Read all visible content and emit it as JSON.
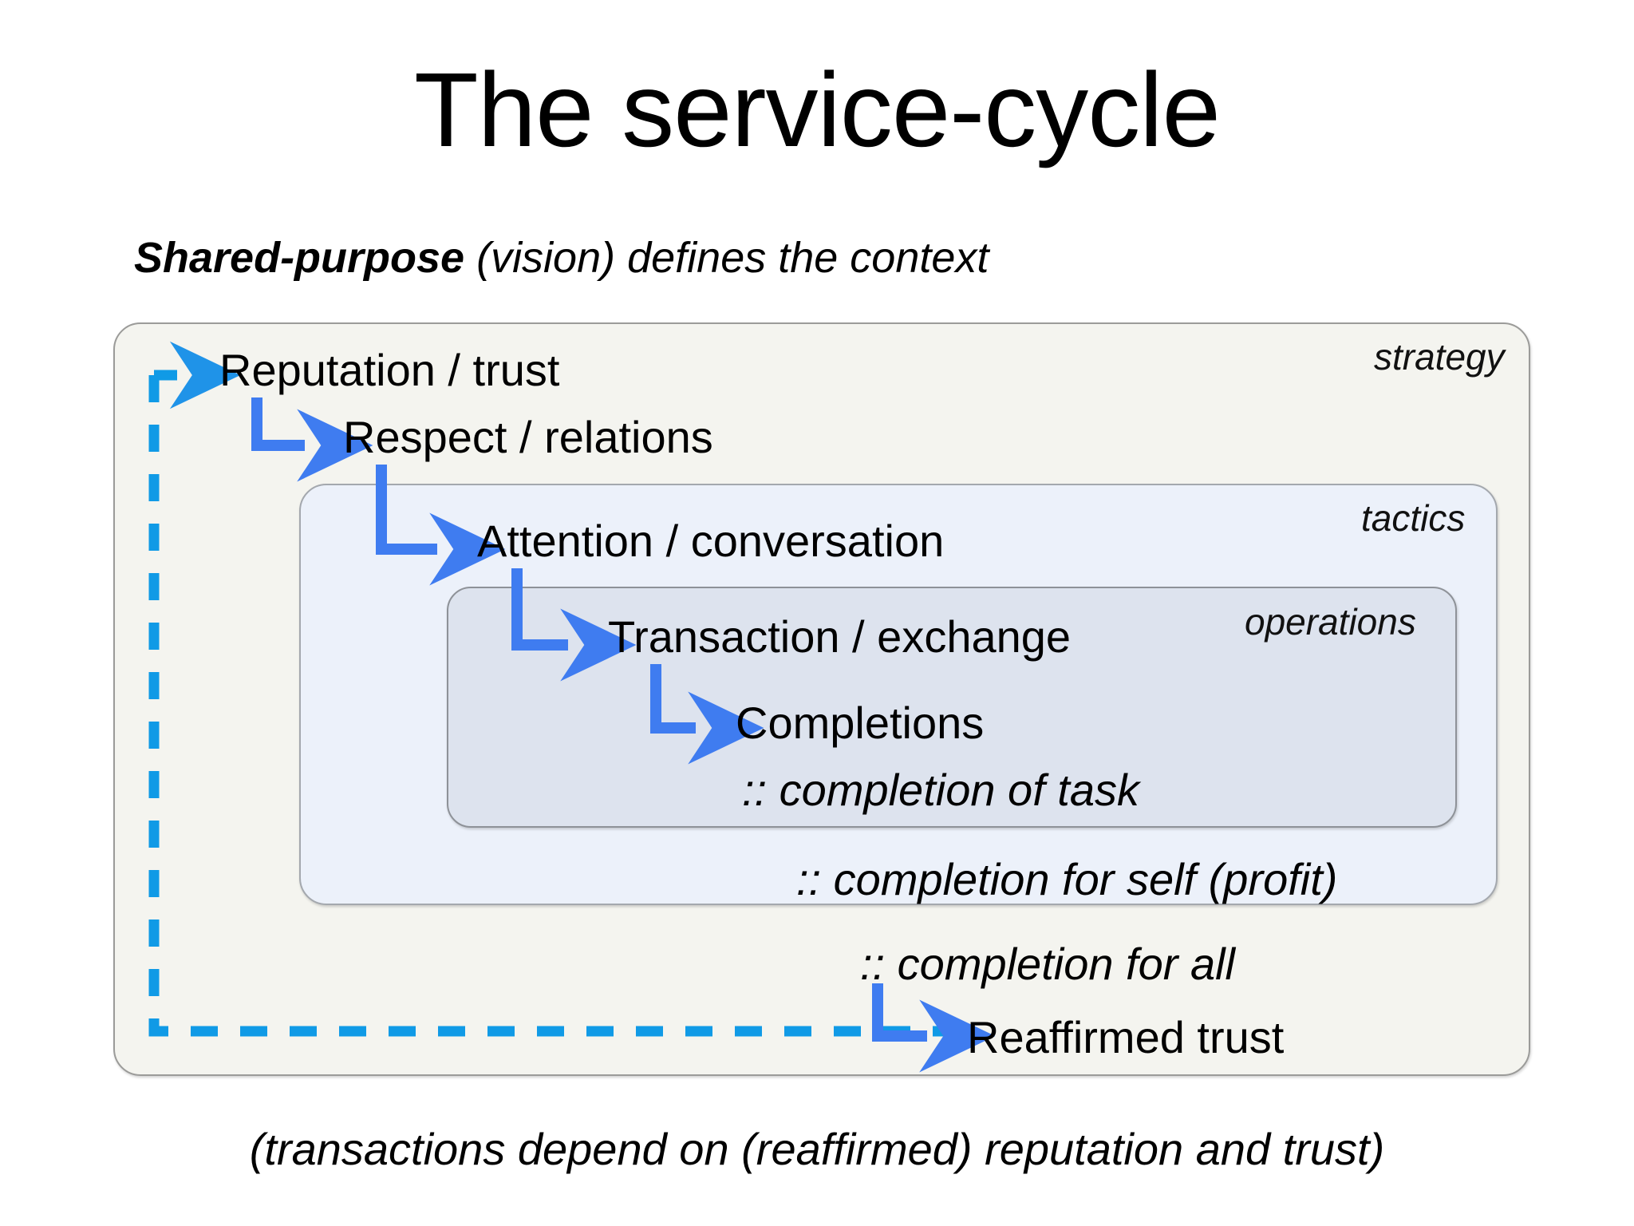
{
  "page": {
    "title": "The service-cycle",
    "subtitle": {
      "bold": "Shared-purpose",
      "rest": " (vision) defines the context"
    },
    "footer": "(transactions depend on (reaffirmed) reputation and trust)"
  },
  "layers": {
    "strategy": {
      "label": "strategy",
      "fill": "#f4f4ef",
      "border": "#9b9b99"
    },
    "tactics": {
      "label": "tactics",
      "fill": "#ecf1fa",
      "border": "#a4a8ae"
    },
    "operations": {
      "label": "operations",
      "fill": "#dde3ee",
      "border": "#8e9298"
    }
  },
  "nodes": [
    {
      "id": "reputation",
      "label": "Reputation / trust",
      "layer": "strategy",
      "italic": false
    },
    {
      "id": "respect",
      "label": "Respect / relations",
      "layer": "strategy",
      "italic": false
    },
    {
      "id": "attention",
      "label": "Attention / conversation",
      "layer": "tactics",
      "italic": false
    },
    {
      "id": "transaction",
      "label": "Transaction / exchange",
      "layer": "operations",
      "italic": false
    },
    {
      "id": "completions",
      "label": "Completions",
      "layer": "operations",
      "italic": false
    },
    {
      "id": "task",
      "label": ":: completion of task",
      "layer": "operations",
      "italic": true
    },
    {
      "id": "self",
      "label": ":: completion for self (profit)",
      "layer": "tactics",
      "italic": true
    },
    {
      "id": "all",
      "label": ":: completion for all",
      "layer": "strategy",
      "italic": true
    },
    {
      "id": "reaffirmed",
      "label": "Reaffirmed trust",
      "layer": "strategy",
      "italic": false
    }
  ],
  "connectors": {
    "forward_color": "#3f7cf0",
    "feedback_color": "#109ae6",
    "feedback_style": "dashed",
    "sequence": [
      "reputation",
      "respect",
      "attention",
      "transaction",
      "completions",
      "task",
      "self",
      "all",
      "reaffirmed"
    ],
    "feedback_from": "reaffirmed",
    "feedback_to": "reputation"
  },
  "icons": {
    "arrow_elbow": "elbow-arrow-icon",
    "arrow_feedback": "feedback-arrow-icon"
  }
}
